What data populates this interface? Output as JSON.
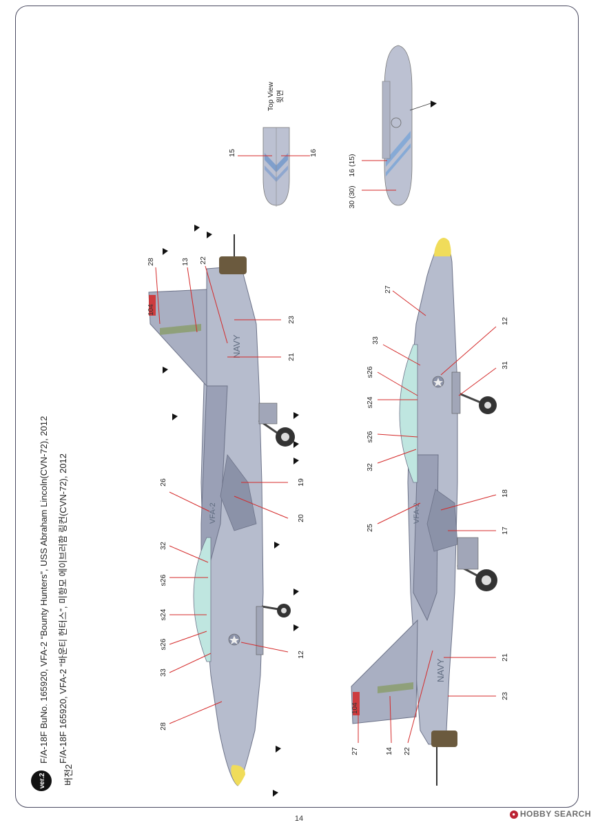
{
  "header": {
    "version_badge": "ver.2",
    "version_korean": "버전2",
    "title_en": "F/A-18F BuNo. 165920, VFA-2 “Bounty Hunters”,  USS Abraham Lincoln(CVN-72), 2012",
    "title_kr": "F/A-18F 165920, VFA-2 “바운티 헌터스”, 미항모 에이브러함 링컨(CVN-72), 2012"
  },
  "top_view": {
    "label_en": "Top View",
    "label_kr": "윗면",
    "callouts": [
      "15",
      "16"
    ]
  },
  "tank_callouts": [
    "16 (15)",
    "30 (30)"
  ],
  "upper_aircraft_callouts": [
    "28",
    "13",
    "22",
    "23",
    "21",
    "19",
    "20",
    "26",
    "32",
    "s26",
    "s24",
    "s26",
    "33",
    "12",
    "28"
  ],
  "lower_aircraft_callouts": [
    "27",
    "12",
    "33",
    "31",
    "s26",
    "s24",
    "s26",
    "32",
    "18",
    "25",
    "17",
    "21",
    "23",
    "27",
    "14",
    "22"
  ],
  "markings": {
    "tail_number": "104",
    "navy": "NAVY",
    "squadron": "VFA-2"
  },
  "page_number": "14",
  "watermark": "HOBBY SEARCH",
  "colors": {
    "aircraft_gray": "#b6bccd",
    "aircraft_dark": "#8b92a8",
    "radome": "#f0dc5a",
    "canopy": "#bfe6e0",
    "stripe_blue": "#86aad6",
    "leader_red": "#d42828"
  }
}
